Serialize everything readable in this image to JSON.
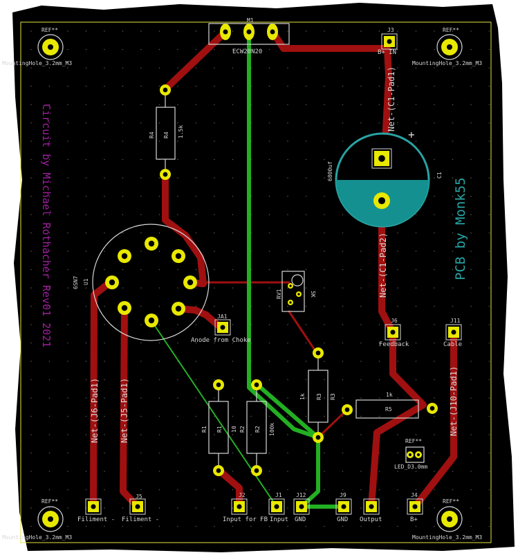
{
  "colors": {
    "background": "#000000",
    "outline": "#e6e63c",
    "trace_red": "#a01010",
    "trace_green": "#22b022",
    "pad": "#e8e800",
    "silk": "#d8d8d8",
    "silk_teal": "#29a3a3",
    "silk_purple": "#a020a0",
    "cap_fill": "#159090"
  },
  "holes": {
    "ref": "REF**",
    "value": "MountingHole_3.2mm_M3"
  },
  "credits": {
    "author": "Circuit by Michael Rothacher Rev01  2021",
    "pcb": "PCB by Monk55"
  },
  "parts": {
    "m1_ref": "M1",
    "m1_value": "ECW20N20",
    "j3_ref": "J3",
    "j3_label": "B+ IN",
    "r4_ref": "R4",
    "r4_ref2": "R4",
    "r4_value": "1.5k",
    "c1_ref": "C1",
    "c1_value": "6800uf",
    "c1_plus": "+",
    "u1_ref": "U1",
    "u1_value": "6SN7",
    "rv1_ref": "RV1",
    "rv1_value": "5K",
    "ja1_ref": "JA1",
    "ja1_label": "Anode from Choke",
    "j6_ref": "J6",
    "j6_label": "Feedback",
    "j11_ref": "J11",
    "j11_label": "Cable",
    "r3_ref": "R3",
    "r3_ref2": "R3",
    "r3_value": "1k",
    "r5_ref": "R5",
    "r5_value": "1k",
    "r1_ref": "R1",
    "r1_ref2": "R1",
    "r1_value": "10",
    "r2_ref": "R2",
    "r2_ref2": "R2",
    "r2_value": "100k",
    "led_ref": "REF**",
    "led_value": "LED_D3.0mm",
    "j5_ref": "J5",
    "j5_label": "Filiment -",
    "j7_label": "Filiment -",
    "j2_ref": "J2",
    "j2_label": "Input for FB",
    "j1_ref": "J1",
    "j1_label": "Input",
    "j12_ref": "J12",
    "j12_label": "GND",
    "j9_ref": "J9",
    "j9_label": "GND",
    "j8_label": "Output",
    "j4_ref": "J4",
    "j4_label": "B+"
  },
  "nets": {
    "c1_pad1": "Net-(C1-Pad1)",
    "c1_pad2": "Net-(C1-Pad2)",
    "j6_pad1": "Net-(J6-Pad1)",
    "j5_pad1": "Net-(J5-Pad1)",
    "j10_pad1": "Net-(J10-Pad1)"
  }
}
